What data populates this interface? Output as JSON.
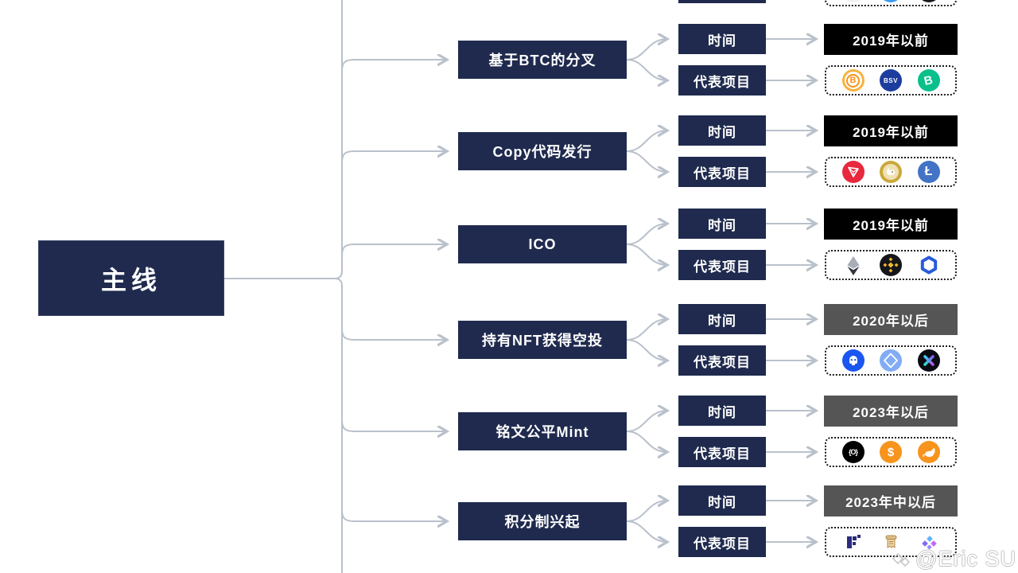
{
  "root": {
    "label": "主线"
  },
  "row_labels": {
    "time": "时间",
    "projects": "代表项目"
  },
  "branches": [
    {
      "label": "基于BTC的分叉",
      "time_value": "2019年以前",
      "time_box_color": "#000000",
      "projects": [
        "bitcoin",
        "bitcoin-sv",
        "bitcoin-cash"
      ]
    },
    {
      "label": "Copy代码发行",
      "time_value": "2019年以前",
      "time_box_color": "#000000",
      "projects": [
        "tron",
        "dogecoin",
        "litecoin"
      ]
    },
    {
      "label": "ICO",
      "time_value": "2019年以前",
      "time_box_color": "#000000",
      "projects": [
        "ethereum",
        "bnb",
        "chainlink"
      ]
    },
    {
      "label": "持有NFT获得空投",
      "time_value": "2020年以后",
      "time_box_color": "#555555",
      "projects": [
        "apecoin",
        "ens",
        "x2y2"
      ]
    },
    {
      "label": "铭文公平Mint",
      "time_value": "2023年以后",
      "time_box_color": "#555555",
      "projects": [
        "ordi",
        "sats",
        "rats"
      ]
    },
    {
      "label": "积分制兴起",
      "time_value": "2023年中以后",
      "time_box_color": "#555555",
      "projects": [
        "eigenlayer",
        "scroll",
        "linked-cubes"
      ]
    }
  ],
  "coin_texts": {
    "btc": "B",
    "bsv": "BSV",
    "bch": "B",
    "ltc": "Ł",
    "ordi": "{O}",
    "sats": "$"
  },
  "watermark": {
    "icon": "diamond-logo-icon",
    "text": "@Eric SU"
  },
  "colors": {
    "node_navy": "#1f2a4e",
    "value_black": "#000000",
    "value_gray": "#555555",
    "connector": "#b9c1cb"
  }
}
